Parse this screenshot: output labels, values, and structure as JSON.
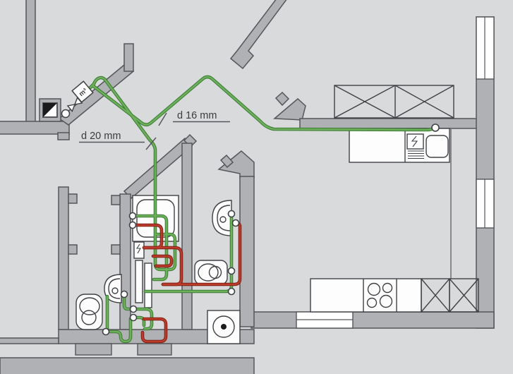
{
  "diagram": {
    "type": "apartment-plumbing-floor-plan",
    "labels": {
      "pipe_d16": "d 16 mm",
      "pipe_d20": "d 20 mm",
      "water_meter": "m³"
    },
    "colors": {
      "background": "#d9dadc",
      "wall_fill": "#b0b1b4",
      "wall_outline": "#55565a",
      "cold_water": "#6cb05a",
      "cold_water_edge": "#3d7a36",
      "hot_water": "#bd3b2a",
      "hot_water_edge": "#7e2015",
      "fixture_fill": "#fdfdfd",
      "fixture_outline": "#3f4145",
      "label_text": "#3b3c3e",
      "connection_fill": "#ffffff"
    },
    "fixtures": [
      "water-meter",
      "shut-off-valve",
      "riser-shaft",
      "bathtub",
      "water-heater",
      "towel-rail",
      "toilet",
      "washbasin",
      "washing-machine",
      "kitchen-sink",
      "dishwasher",
      "stove",
      "wardrobe",
      "window"
    ]
  }
}
